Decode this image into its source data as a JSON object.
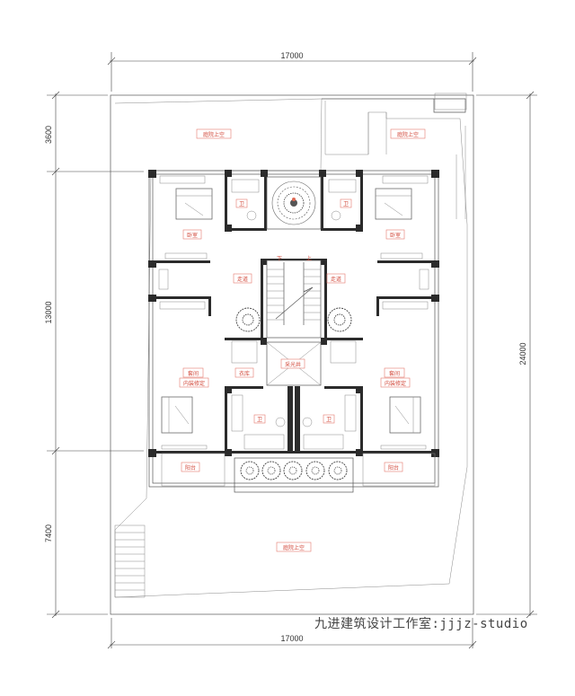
{
  "dimensions": {
    "top_width": "17000",
    "bottom_width": "17000",
    "left_top": "3600",
    "left_middle": "13000",
    "left_bottom": "7400",
    "right_total": "24000"
  },
  "rooms": {
    "courtyard_void_left": "庭院上空",
    "courtyard_void_right": "庭院上空",
    "courtyard_void_bottom": "庭院上空",
    "bedroom_left": "卧室",
    "bedroom_right": "卧室",
    "bath_top_left": "卫",
    "bath_top_right": "卫",
    "corridor_left": "走道",
    "corridor_right": "走道",
    "stair_down": "下",
    "stair_up": "上",
    "suite_left_line1": "套间",
    "suite_left_line2": "内装修定",
    "suite_right_line1": "套间",
    "suite_right_line2": "内装修定",
    "closet": "衣库",
    "light_well": "采光井",
    "bath_bottom_left": "卫",
    "bath_bottom_right": "卫",
    "balcony_left": "阳台",
    "balcony_right": "阳台"
  },
  "watermark": "九进建筑设计工作室:jjjz-studio",
  "colors": {
    "label": "#d2483a",
    "wall": "#2b2b2b",
    "line": "#555555"
  }
}
